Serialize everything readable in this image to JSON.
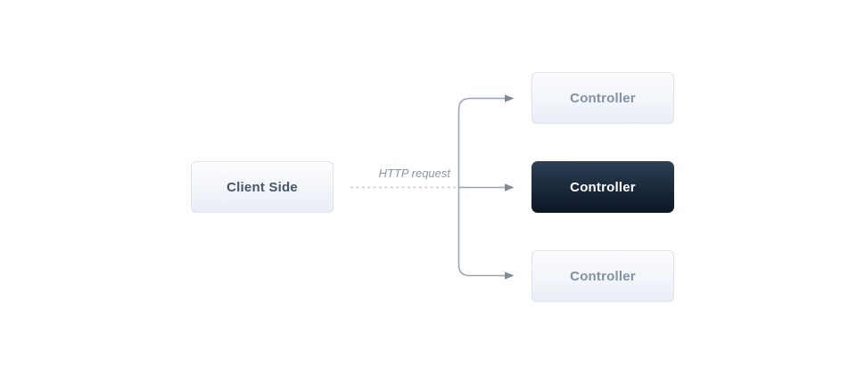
{
  "diagram": {
    "client_label": "Client Side",
    "arrow_label": "HTTP request",
    "controllers": [
      {
        "label": "Controller",
        "state": "default"
      },
      {
        "label": "Controller",
        "state": "active"
      },
      {
        "label": "Controller",
        "state": "default"
      }
    ],
    "colors": {
      "background": "#ffffff",
      "solid_line": "#9aa4b0",
      "arrowhead": "#7e8a97",
      "dashed_line": "#c4ccd6",
      "light_box_border": "#dde4ee",
      "light_box_bg_top": "#fbfcfe",
      "light_box_bg_bottom": "#e9eef5",
      "light_box_text": "#8292a2",
      "client_box_text": "#47566a",
      "dark_box_bg_top": "#2e4156",
      "dark_box_bg_bottom": "#0b1624",
      "dark_box_text": "#ffffff",
      "label_text": "#8895a3"
    }
  }
}
